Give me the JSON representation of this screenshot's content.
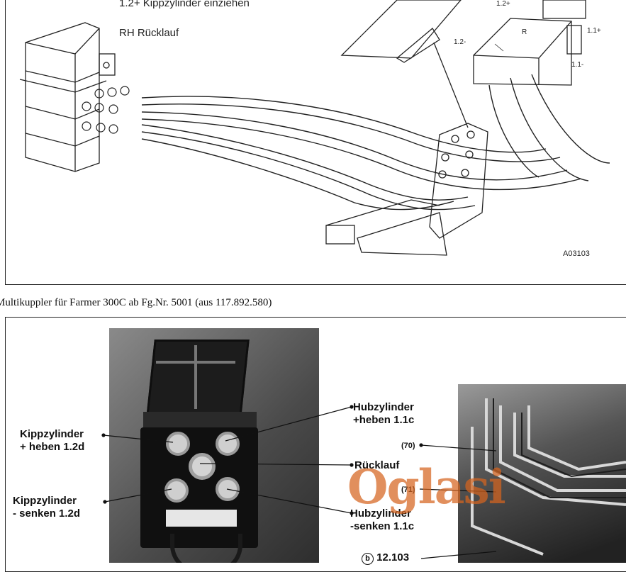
{
  "diagram": {
    "label_top": "1.2+ Kippzylinder einziehen",
    "label_rh": "RH Rücklauf",
    "port_12plus": "1.2+",
    "port_12minus": "1.2-",
    "port_r": "R",
    "port_11plus": "1.1+",
    "port_11minus": "1.1-",
    "figure_id": "A03103"
  },
  "caption": "Multikuppler für Farmer 300C ab Fg.Nr. 5001 (aus 117.892.580)",
  "photo_labels": {
    "kipp_heben": [
      "Kippzylinder",
      "+ heben 1.2d"
    ],
    "kipp_senken": [
      "Kippzylinder",
      "- senken 1.2d"
    ],
    "hub_heben": [
      "Hubzylinder",
      "+heben 1.1c"
    ],
    "ruecklauf": "Rücklauf",
    "hub_senken": [
      "Hubzylinder",
      "-senken 1.1c"
    ],
    "ref70": "(70)",
    "ref71": "(71)",
    "ref12103": "12.103",
    "ref12103_letter": "b"
  },
  "watermark": "Oglasi"
}
